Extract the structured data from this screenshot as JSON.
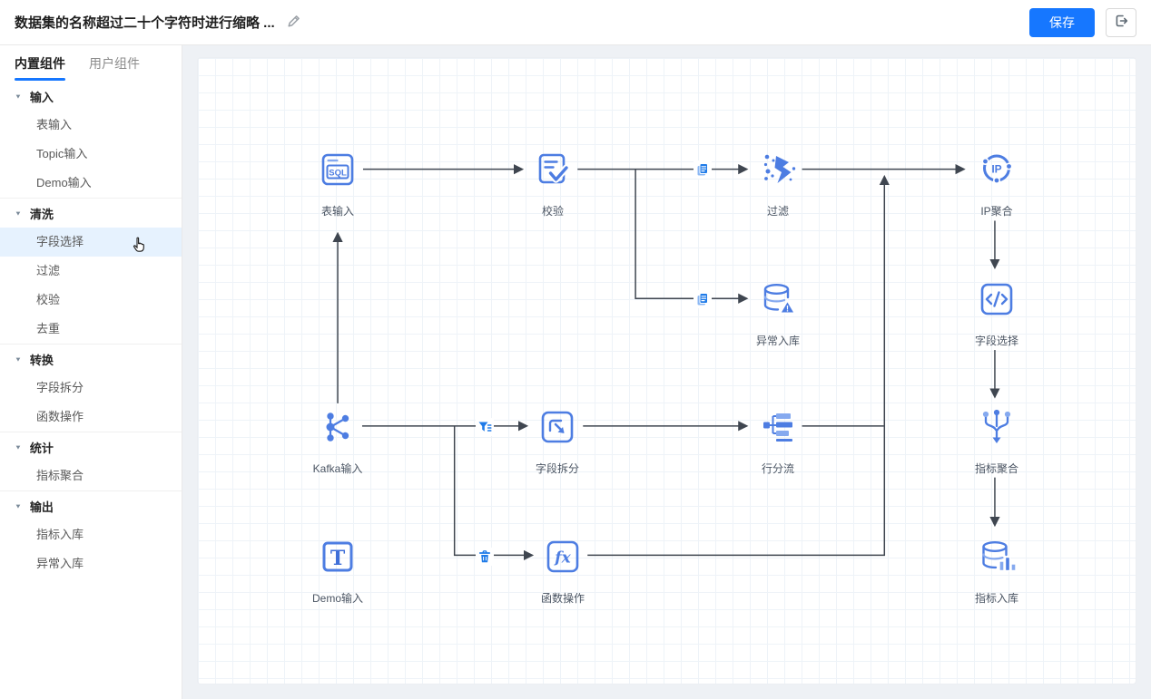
{
  "header": {
    "title": "数据集的名称超过二十个字符时进行缩略 ...",
    "save_button": "保存"
  },
  "sidebar": {
    "tabs": [
      {
        "label": "内置组件",
        "active": true
      },
      {
        "label": "用户组件",
        "active": false
      }
    ],
    "groups": [
      {
        "label": "输入",
        "items": [
          {
            "label": "表输入"
          },
          {
            "label": "Topic输入"
          },
          {
            "label": "Demo输入"
          }
        ]
      },
      {
        "label": "清洗",
        "items": [
          {
            "label": "字段选择",
            "highlighted": true
          },
          {
            "label": "过滤"
          },
          {
            "label": "校验"
          },
          {
            "label": "去重"
          }
        ]
      },
      {
        "label": "转换",
        "items": [
          {
            "label": "字段拆分"
          },
          {
            "label": "函数操作"
          }
        ]
      },
      {
        "label": "统计",
        "items": [
          {
            "label": "指标聚合"
          }
        ]
      },
      {
        "label": "输出",
        "items": [
          {
            "label": "指标入库"
          },
          {
            "label": "异常入库"
          }
        ]
      }
    ]
  },
  "canvas": {
    "nodes": [
      {
        "id": "table-input",
        "label": "表输入",
        "icon": "sql-icon"
      },
      {
        "id": "validate",
        "label": "校验",
        "icon": "doc-check-icon"
      },
      {
        "id": "filter",
        "label": "过滤",
        "icon": "funnel-dots-icon"
      },
      {
        "id": "ip-agg",
        "label": "IP聚合",
        "icon": "ip-icon"
      },
      {
        "id": "error-sink",
        "label": "异常入库",
        "icon": "db-warning-icon"
      },
      {
        "id": "field-select",
        "label": "字段选择",
        "icon": "code-icon"
      },
      {
        "id": "kafka-input",
        "label": "Kafka输入",
        "icon": "kafka-icon"
      },
      {
        "id": "field-split",
        "label": "字段拆分",
        "icon": "split-arrow-icon"
      },
      {
        "id": "row-split",
        "label": "行分流",
        "icon": "rows-icon"
      },
      {
        "id": "metric-agg",
        "label": "指标聚合",
        "icon": "merge-down-icon"
      },
      {
        "id": "demo-input",
        "label": "Demo输入",
        "icon": "text-t-icon"
      },
      {
        "id": "func-op",
        "label": "函数操作",
        "icon": "fx-icon"
      },
      {
        "id": "metric-sink",
        "label": "指标入库",
        "icon": "db-chart-icon"
      }
    ],
    "edges": [
      {
        "from": "表输入",
        "to": "校验"
      },
      {
        "from": "校验",
        "to": "过滤",
        "badge": "copy"
      },
      {
        "from": "校验",
        "to": "异常入库",
        "badge": "copy"
      },
      {
        "from": "过滤",
        "to": "IP聚合"
      },
      {
        "from": "IP聚合",
        "to": "字段选择"
      },
      {
        "from": "字段选择",
        "to": "指标聚合"
      },
      {
        "from": "指标聚合",
        "to": "指标入库"
      },
      {
        "from": "Kafka输入",
        "to": "表输入"
      },
      {
        "from": "Kafka输入",
        "to": "字段拆分",
        "badge": "filter"
      },
      {
        "from": "Kafka输入",
        "to": "函数操作",
        "badge": "trash"
      },
      {
        "from": "字段拆分",
        "to": "行分流"
      },
      {
        "from": "行分流",
        "to": "IP聚合"
      },
      {
        "from": "函数操作",
        "to": "IP聚合"
      }
    ],
    "icon_glyphs": {
      "sql": "SQL",
      "ip": "IP",
      "t": "T",
      "fx": "fx",
      "warn": "!"
    }
  },
  "colors": {
    "accent": "#1677ff",
    "icon_blue": "#4d7de2",
    "icon_blue_light": "#85a9ef",
    "edge": "#3f4650"
  }
}
